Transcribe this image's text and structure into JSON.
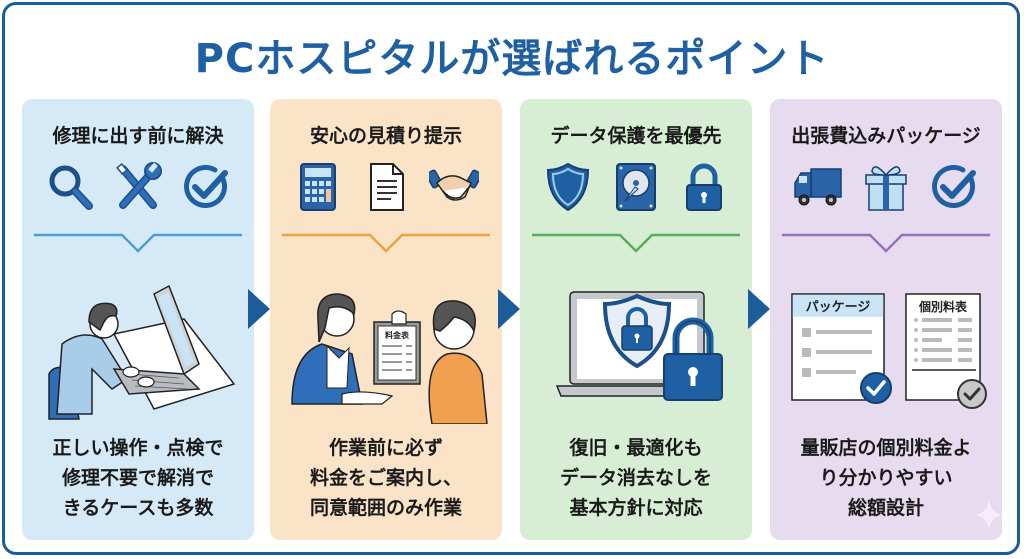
{
  "title": "PCホスピタルが選ばれるポイント",
  "colors": {
    "brand_blue": "#1f5fa3",
    "frame_border": "#1c5c98",
    "panel1_bg": "#d5eaf6",
    "panel2_bg": "#fbe3c8",
    "panel3_bg": "#d7eed5",
    "panel4_bg": "#e6dbef",
    "divider1": "#4a9fd0",
    "divider2": "#e9a340",
    "divider3": "#52ae5a",
    "divider4": "#9a70b8"
  },
  "panels": [
    {
      "heading": "修理に出す前に解決",
      "icons": [
        "search-icon",
        "tools-icon",
        "check-circle-icon"
      ],
      "illustration": "person-using-laptop",
      "description": [
        "正しい操作・点検で",
        "修理不要で解消で",
        "きるケースも多数"
      ]
    },
    {
      "heading": "安心の見積り提示",
      "icons": [
        "calculator-icon",
        "document-icon",
        "handshake-icon"
      ],
      "illustration": "staff-showing-price-list",
      "illustration_sign": "料金表",
      "description": [
        "作業前に必ず",
        "料金をご案内し、",
        "同意範囲のみ作業"
      ]
    },
    {
      "heading": "データ保護を最優先",
      "icons": [
        "shield-icon",
        "hard-disk-icon",
        "lock-icon"
      ],
      "illustration": "laptop-with-shield-and-lock",
      "description": [
        "復旧・最適化も",
        "データ消去なしを",
        "基本方針に対応"
      ]
    },
    {
      "heading": "出張費込みパッケージ",
      "icons": [
        "truck-icon",
        "gift-icon",
        "check-circle-icon"
      ],
      "illustration": "package-vs-individual-pricing",
      "illustration_labels": [
        "パッケージ",
        "個別料表"
      ],
      "description": [
        "量販店の個別料金よ",
        "り分かりやすい",
        "総額設計"
      ]
    }
  ]
}
